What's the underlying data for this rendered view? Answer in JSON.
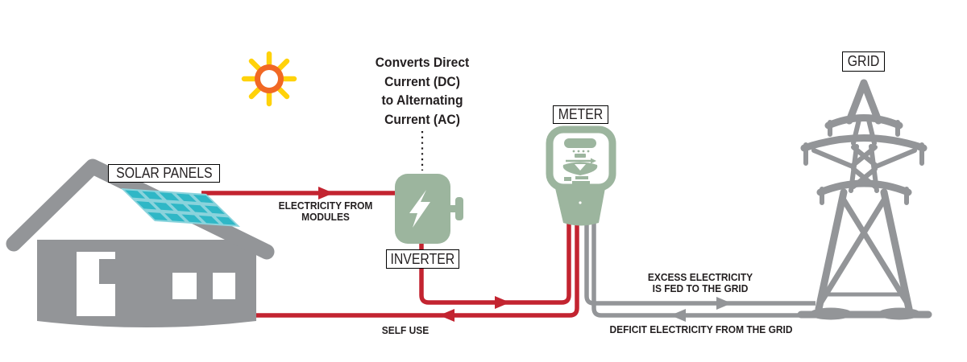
{
  "colors": {
    "red": "#C32430",
    "gray": "#939598",
    "sage": "#9CB59E",
    "panel_frame": "#8AD3DC",
    "panel_cell": "#2FB7C6",
    "sun_orange": "#F16824",
    "sun_yellow": "#FFD20A",
    "text": "#231F20",
    "label_box_bg": "#FFFFFF",
    "label_box_border": "#000000"
  },
  "equipment": {
    "solar_panels": {
      "label": "SOLAR PANELS"
    },
    "inverter": {
      "label": "INVERTER"
    },
    "meter": {
      "label": "METER"
    },
    "grid": {
      "label": "GRID"
    }
  },
  "annotations": {
    "inverter_note_lines": [
      "Converts Direct",
      "Current (DC)",
      "to Alternating",
      "Current (AC)"
    ]
  },
  "flows": {
    "modules": {
      "lines": [
        "ELECTRICITY FROM",
        "MODULES"
      ],
      "color": "#C32430",
      "direction": "right"
    },
    "self_use": {
      "label": "SELF USE",
      "color": "#C32430",
      "direction": "left"
    },
    "excess": {
      "lines": [
        "EXCESS ELECTRICITY",
        "IS FED TO THE GRID"
      ],
      "color": "#939598",
      "direction": "right"
    },
    "deficit": {
      "label": "DEFICIT ELECTRICITY FROM THE GRID",
      "color": "#939598",
      "direction": "left"
    }
  },
  "icons": {
    "sun": "sun-icon",
    "house": "house-icon",
    "solar_panel": "solar-panel-icon",
    "inverter": "inverter-icon",
    "lightning_bolt": "lightning-bolt-icon",
    "meter": "meter-icon",
    "grid_tower": "grid-tower-icon"
  }
}
